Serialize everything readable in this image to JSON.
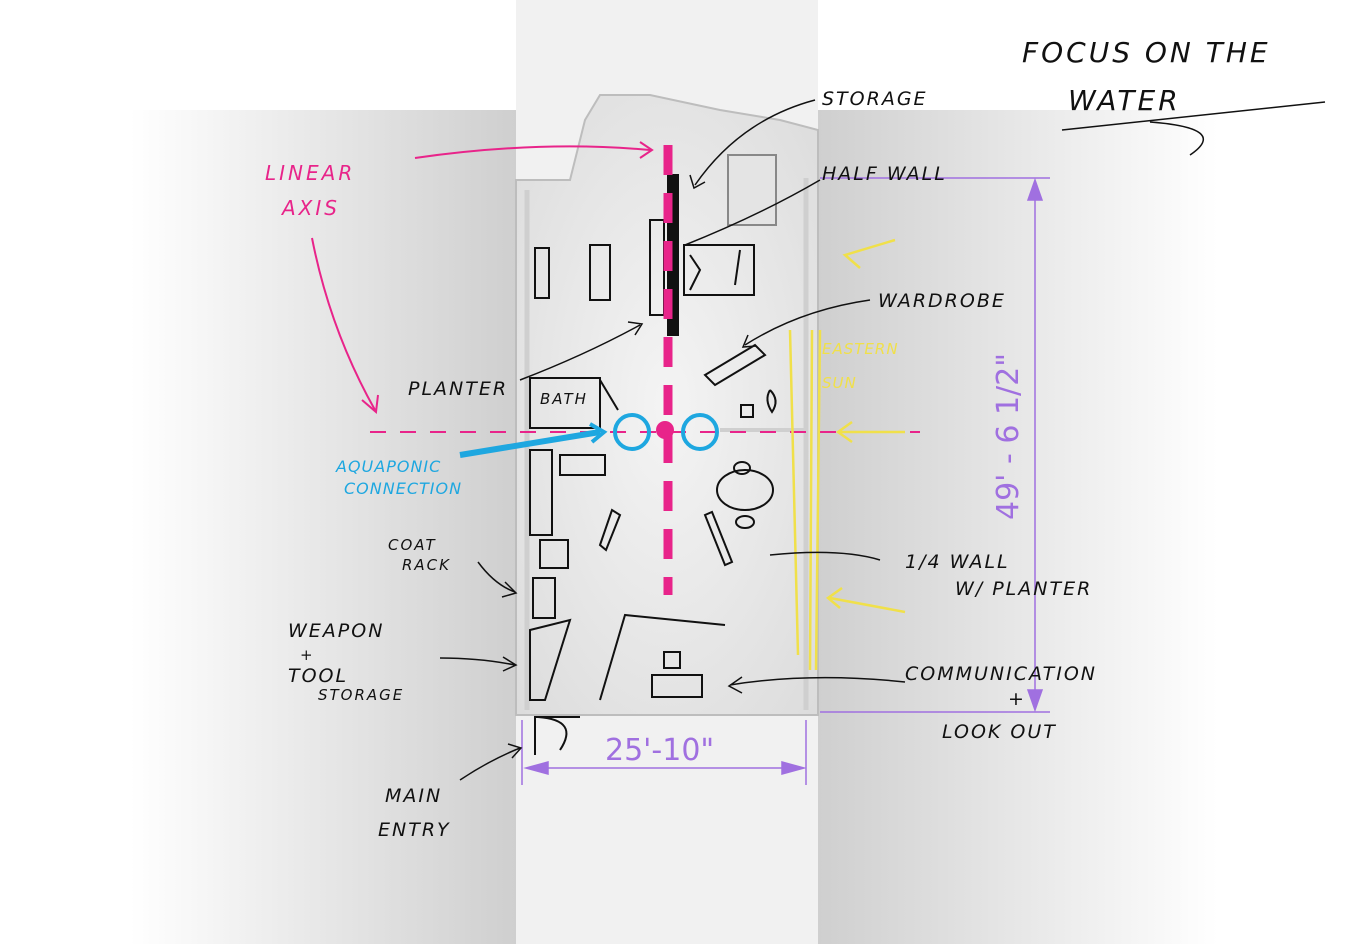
{
  "title": {
    "line1": "FOCUS ON THE",
    "line2": "WATER"
  },
  "labels": {
    "storage": "STORAGE",
    "half_wall": "HALF WALL",
    "wardrobe": "WARDROBE",
    "planter": "PLANTER",
    "bath": "BATH",
    "linear_axis_1": "LINEAR",
    "linear_axis_2": "AXIS",
    "aquaponic_1": "AQUAPONIC",
    "aquaponic_2": "CONNECTION",
    "eastern_sun_1": "EASTERN",
    "eastern_sun_2": "SUN",
    "coat_rack_1": "COAT",
    "coat_rack_2": "RACK",
    "weapon_1": "WEAPON",
    "weapon_2": "+",
    "weapon_3": "TOOL",
    "weapon_4": "STORAGE",
    "quarter_wall_1": "1/4 WALL",
    "quarter_wall_2": "W/ PLANTER",
    "communication_1": "COMMUNICATION",
    "communication_2": "+",
    "communication_3": "LOOK OUT",
    "main_entry_1": "MAIN",
    "main_entry_2": "ENTRY"
  },
  "dimensions": {
    "length": "49' - 6 1/2\"",
    "width": "25'-10\""
  },
  "colors": {
    "axis": "#e8248a",
    "aquaponic": "#1ea7e0",
    "sun": "#f0e04a",
    "dimension": "#a070e0",
    "ink": "#111111"
  }
}
